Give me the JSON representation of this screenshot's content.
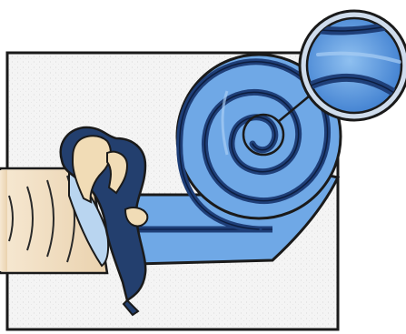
{
  "diagram": {
    "subject": "ear-anatomy-illustration",
    "parts": [
      "ear-canal",
      "sound-waves",
      "eardrum",
      "middle-ear-bones",
      "cochlea",
      "magnifier-inset"
    ],
    "colors": {
      "background": "#ffffff",
      "texture_panel": "#f4f4f4",
      "outline": "#1a1a1a",
      "cochlea_light": "#6fa8e6",
      "cochlea_mid": "#4c8ad8",
      "cochlea_dark": "#1f3f78",
      "bone_dark": "#233f6e",
      "bone_light": "#f1dcb6",
      "ear_canal": "#f2dfc3",
      "eardrum": "#b9d5f0",
      "magnifier_rim": "#cfdcec"
    }
  }
}
